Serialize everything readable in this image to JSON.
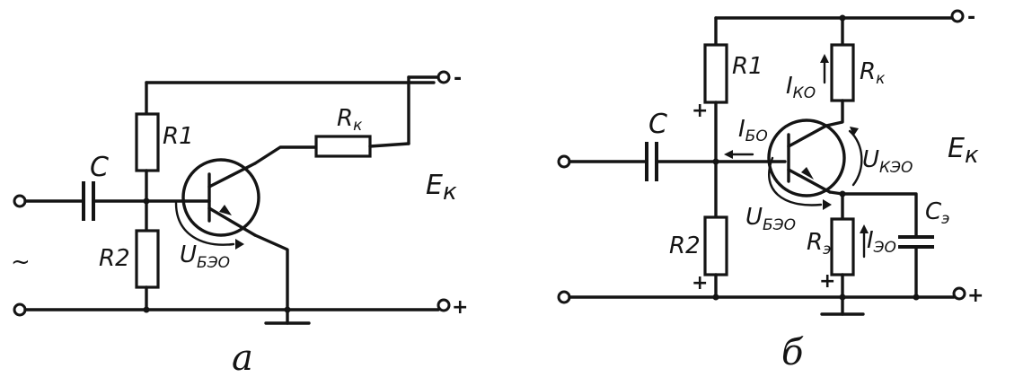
{
  "diagram_a": {
    "caption": "а",
    "capacitor": "C",
    "r1": "R1",
    "r2": "R2",
    "rk_main": "R",
    "rk_sub": "к",
    "ek_main": "E",
    "ek_sub": "к",
    "ube_main": "U",
    "ube_sub": "БЭО",
    "minus": "-",
    "plus": "+",
    "ac": "~"
  },
  "diagram_b": {
    "caption": "б",
    "capacitor": "C",
    "r1": "R1",
    "r2": "R2",
    "rk_main": "R",
    "rk_sub": "к",
    "re_main": "R",
    "re_sub": "э",
    "ce_main": "C",
    "ce_sub": "э",
    "ek_main": "E",
    "ek_sub": "к",
    "ib_main": "I",
    "ib_sub": "БО",
    "ik_main": "I",
    "ik_sub": "КО",
    "ie_main": "I",
    "ie_sub": "ЭО",
    "uke_main": "U",
    "uke_sub": "КЭО",
    "ube_main": "U",
    "ube_sub": "БЭО",
    "minus": "-",
    "plus": "+",
    "r1_plus": "+",
    "r2_plus": "+",
    "re_plus": "+"
  }
}
